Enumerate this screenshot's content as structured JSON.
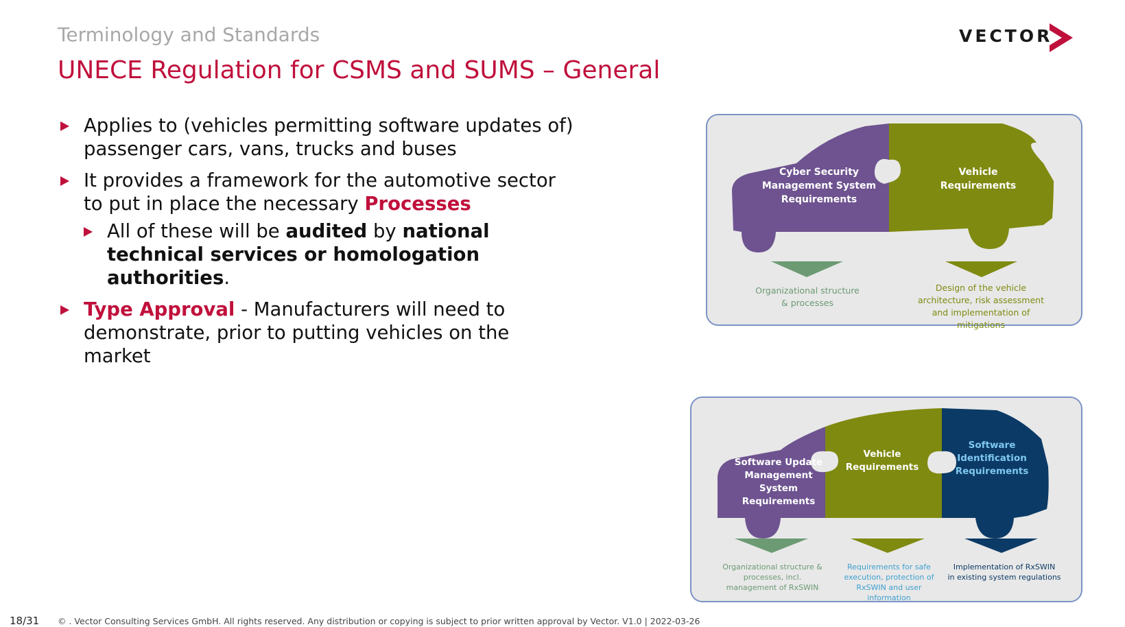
{
  "header": {
    "section": "Terminology and Standards",
    "title": "UNECE Regulation for CSMS and SUMS – General",
    "logo_text": "VECTOR"
  },
  "bullets": {
    "b1": "Applies to (vehicles permitting software updates of) passenger cars, vans, trucks and buses",
    "b2_a": "It provides a framework for the automotive sector to put in place the necessary ",
    "b2_b": "Processes",
    "b3_a": "All of these will be ",
    "b3_b": "audited",
    "b3_c": " by ",
    "b3_d": "national technical services or homologation authorities",
    "b3_e": ".",
    "b4_a": "Type Approval",
    "b4_b": " - Manufacturers will need to demonstrate, prior to putting vehicles on the market"
  },
  "diagram1": {
    "left_piece": [
      "Cyber Security",
      "Management System",
      "Requirements"
    ],
    "right_piece": [
      "Vehicle",
      "Requirements"
    ],
    "left_caption": [
      "Organizational structure",
      "& processes"
    ],
    "right_caption": [
      "Design of the vehicle",
      "architecture, risk assessment",
      "and implementation of",
      "mitigations"
    ],
    "colors": {
      "purple": "#6e5390",
      "olive": "#7f8a10",
      "teal": "#6c9a73"
    }
  },
  "diagram2": {
    "left_piece": [
      "Software Update",
      "Management",
      "System",
      "Requirements"
    ],
    "mid_piece": [
      "Vehicle",
      "Requirements"
    ],
    "right_piece": [
      "Software",
      "Identification",
      "Requirements"
    ],
    "left_caption": [
      "Organizational structure &",
      "processes, incl.",
      "management of RxSWIN"
    ],
    "mid_caption": [
      "Requirements for safe",
      "execution, protection of",
      "RxSWIN and user",
      "information"
    ],
    "right_caption": [
      "Implementation of RxSWIN",
      "in existing system regulations"
    ],
    "colors": {
      "purple": "#6e5390",
      "olive": "#7f8a10",
      "navy": "#0c3a66",
      "light_blue": "#7ec8f0"
    }
  },
  "footer": {
    "page": "18/31",
    "copyright": "© . Vector Consulting Services GmbH. All rights reserved. Any distribution or copying is subject to prior written approval by Vector. V1.0 | 2022-03-26"
  }
}
